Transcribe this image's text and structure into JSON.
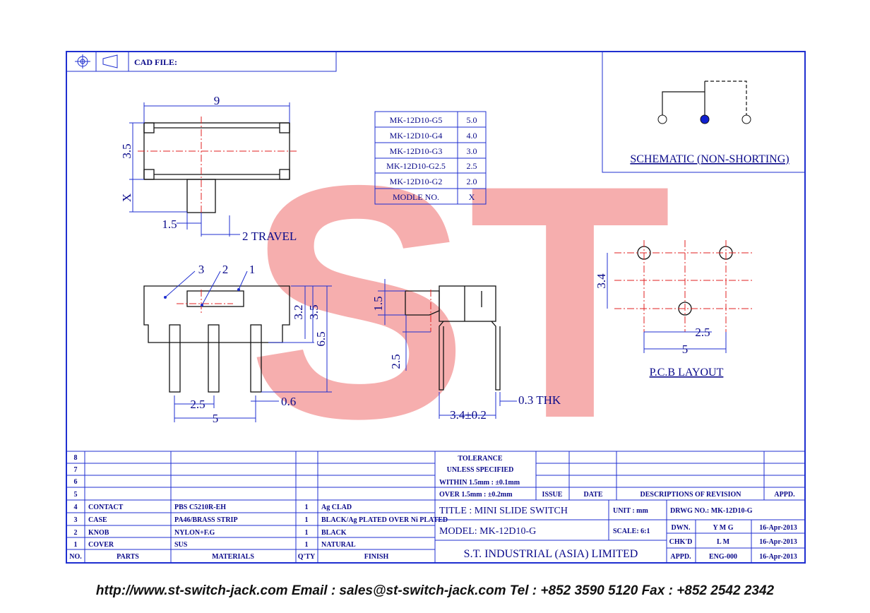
{
  "header": {
    "cad_label": "CAD FILE:"
  },
  "watermark": {
    "letters": "ST"
  },
  "model_table": {
    "rows": [
      {
        "model": "MK-12D10-G5",
        "x": "5.0"
      },
      {
        "model": "MK-12D10-G4",
        "x": "4.0"
      },
      {
        "model": "MK-12D10-G3",
        "x": "3.0"
      },
      {
        "model": "MK-12D10-G2.5",
        "x": "2.5"
      },
      {
        "model": "MK-12D10-G2",
        "x": "2.0"
      }
    ],
    "header_model": "MODLE NO.",
    "header_x": "X"
  },
  "schematic": {
    "label": "SCHEMATIC (NON-SHORTING)"
  },
  "pcb": {
    "label": "P.C.B LAYOUT",
    "dim_pitch": "2.5",
    "dim_width": "5",
    "dim_height": "3.4"
  },
  "top_view": {
    "dim_width": "9",
    "dim_height": "3.5",
    "dim_x": "X",
    "dim_knob": "1.5",
    "dim_travel": "2 TRAVEL"
  },
  "front_view": {
    "callouts": [
      "3",
      "2",
      "1"
    ],
    "dim_32": "3.2",
    "dim_35": "3.5",
    "dim_65": "6.5",
    "dim_pitch": "2.5",
    "dim_span": "5",
    "dim_pin": "0.6"
  },
  "side_view": {
    "dim_15": "1.5",
    "dim_25": "2.5",
    "dim_thk": "0.3 THK",
    "dim_width": "3.4±0.2"
  },
  "parts_table": {
    "row_numbers": [
      "8",
      "7",
      "6",
      "5"
    ],
    "rows": [
      {
        "no": "4",
        "part": "CONTACT",
        "material": "PBS C5210R-EH",
        "qty": "1",
        "finish": "Ag CLAD"
      },
      {
        "no": "3",
        "part": "CASE",
        "material": "PA46/BRASS STRIP",
        "qty": "1",
        "finish": "BLACK/Ag PLATED OVER Ni PLATED"
      },
      {
        "no": "2",
        "part": "KNOB",
        "material": "NYLON+F.G",
        "qty": "1",
        "finish": "BLACK"
      },
      {
        "no": "1",
        "part": "COVER",
        "material": "SUS",
        "qty": "1",
        "finish": "NATURAL"
      }
    ],
    "headers": {
      "no": "NO.",
      "parts": "PARTS",
      "materials": "MATERIALS",
      "qty": "Q'TY",
      "finish": "FINISH"
    }
  },
  "tolerance": {
    "line1": "TOLERANCE",
    "line2": "UNLESS   SPECIFIED",
    "line3": "WITHIN  1.5mm : ±0.1mm",
    "line4": "OVER   1.5mm : ±0.2mm"
  },
  "revision": {
    "issue": "ISSUE",
    "date": "DATE",
    "desc": "DESCRIPTIONS OF REVISION",
    "appd": "APPD."
  },
  "title_block": {
    "title": "TITLE : MINI SLIDE SWITCH",
    "unit": "UNIT :  mm",
    "drwg": "DRWG NO.: MK-12D10-G",
    "model": "MODEL: MK-12D10-G",
    "scale": "SCALE: 6:1",
    "company": "S.T. INDUSTRIAL (ASIA) LIMITED",
    "dwn_label": "DWN.",
    "dwn_name": "Y M G",
    "dwn_date": "16-Apr-2013",
    "chkd_label": "CHK'D",
    "chkd_name": "L M",
    "chkd_date": "16-Apr-2013",
    "appd_label": "APPD.",
    "appd_name": "ENG-000",
    "appd_date": "16-Apr-2013"
  },
  "footer": "http://www.st-switch-jack.com  Email : sales@st-switch-jack.com  Tel : +852 3590 5120  Fax : +852 2542 2342"
}
